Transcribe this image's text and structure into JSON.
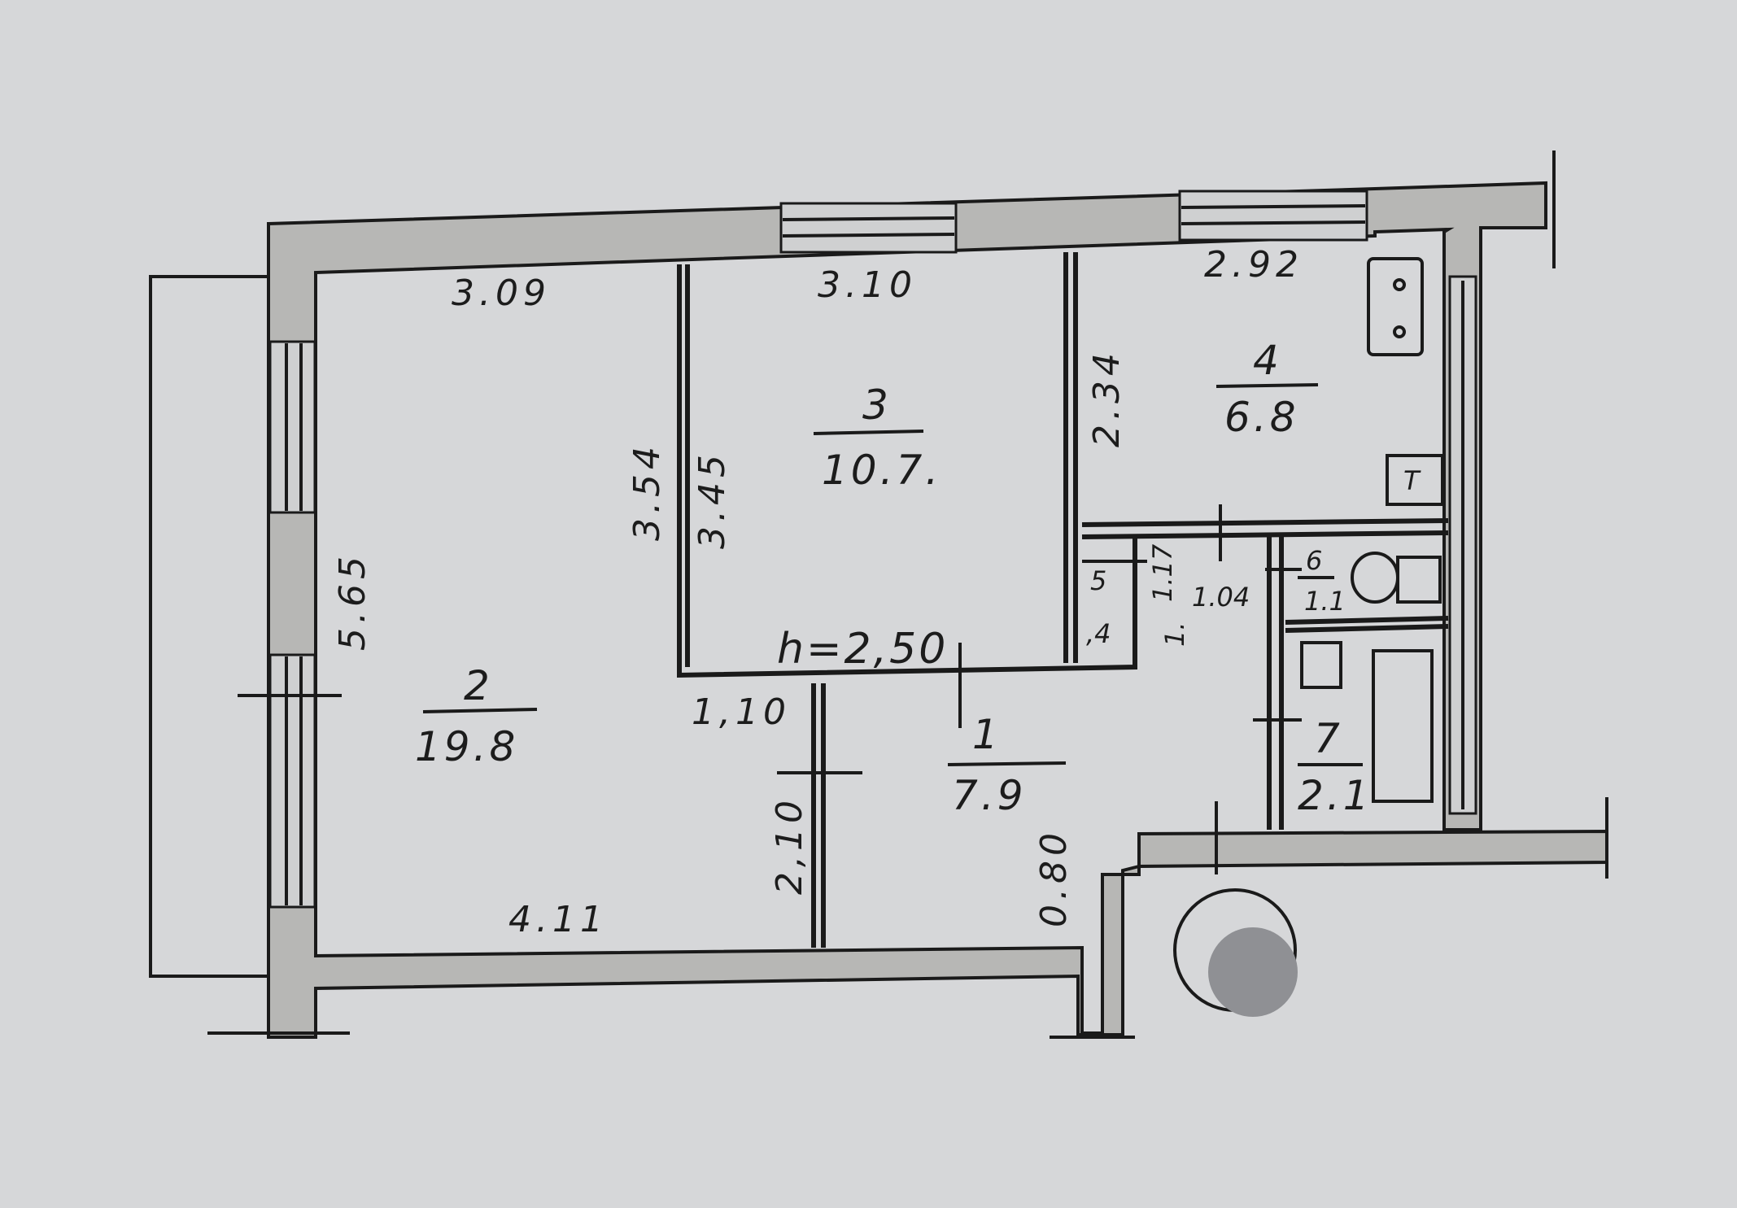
{
  "plan": {
    "ceiling_height": "h=2,50",
    "rooms": [
      {
        "id": "room-1",
        "number": "1",
        "area": "7.9"
      },
      {
        "id": "room-2",
        "number": "2",
        "area": "19.8"
      },
      {
        "id": "room-3",
        "number": "3",
        "area": "10.7."
      },
      {
        "id": "room-4",
        "number": "4",
        "area": "6.8"
      },
      {
        "id": "room-5",
        "number": "5",
        "area": ",4"
      },
      {
        "id": "room-6",
        "number": "6",
        "area": "1.1"
      },
      {
        "id": "room-7",
        "number": "7",
        "area": "2.1"
      }
    ],
    "dimensions": {
      "room2_top": "3.09",
      "room3_top": "3.10",
      "room4_top": "2.92",
      "room2_height": "5.65",
      "room2_right": "3.54",
      "room3_left": "3.45",
      "room4_left": "2.34",
      "room2_bottom": "4.11",
      "hall_opening": "1,10",
      "hall_wall": "2,10",
      "entry_width": "0.80",
      "closet_width": "1.04",
      "closet_depth": "1.17",
      "closet_side": "1."
    },
    "fixtures": {
      "stove_mark": "T"
    }
  }
}
